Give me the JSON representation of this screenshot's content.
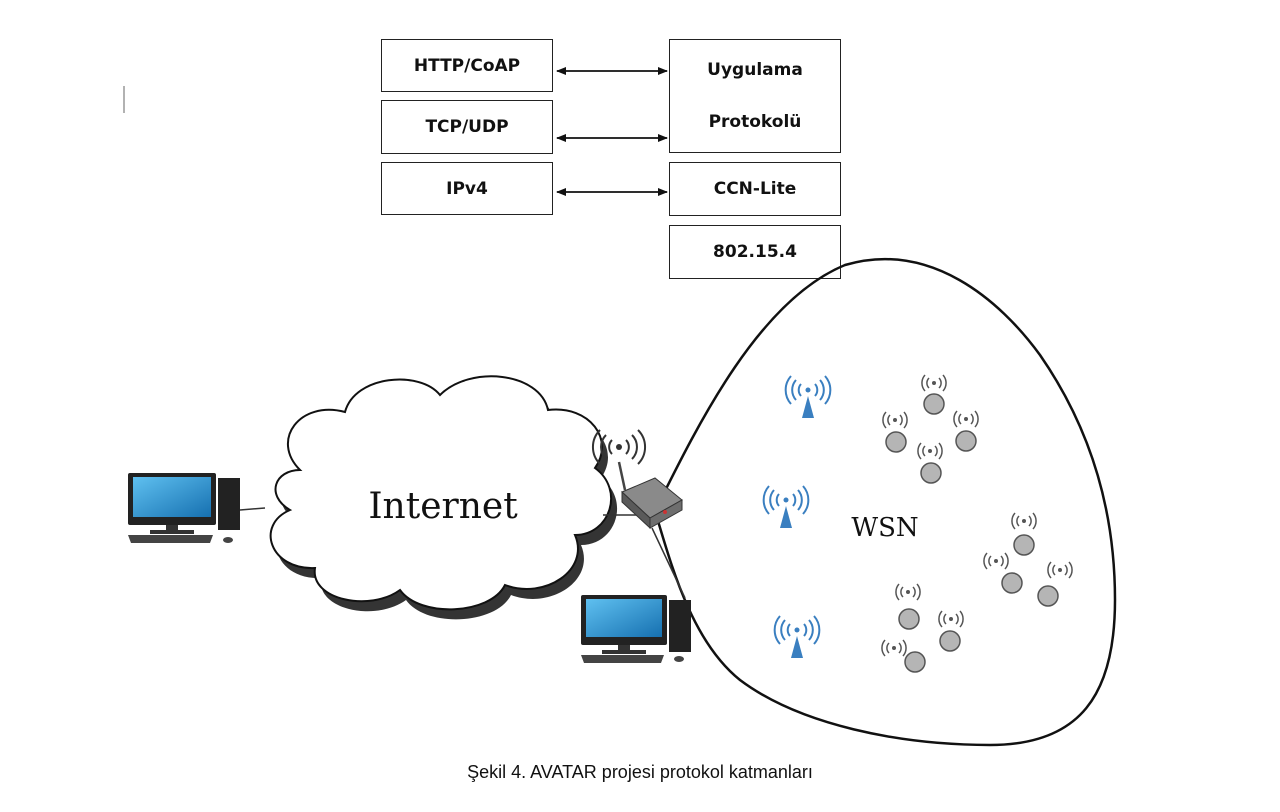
{
  "stack": {
    "left": [
      "HTTP/CoAP",
      "TCP/UDP",
      "IPv4"
    ],
    "right_top_line1": "Uygulama",
    "right_top_line2": "Protokolü",
    "right_mid": "CCN-Lite",
    "right_bottom": "802.15.4"
  },
  "network": {
    "internet_label": "Internet",
    "wsn_label": "WSN"
  },
  "caption": "Şekil 4. AVATAR projesi protokol katmanları",
  "colors": {
    "antenna_blue": "#3a7fc0",
    "node_gray": "#b5b5b5",
    "monitor_blue": "#1e88c8"
  }
}
